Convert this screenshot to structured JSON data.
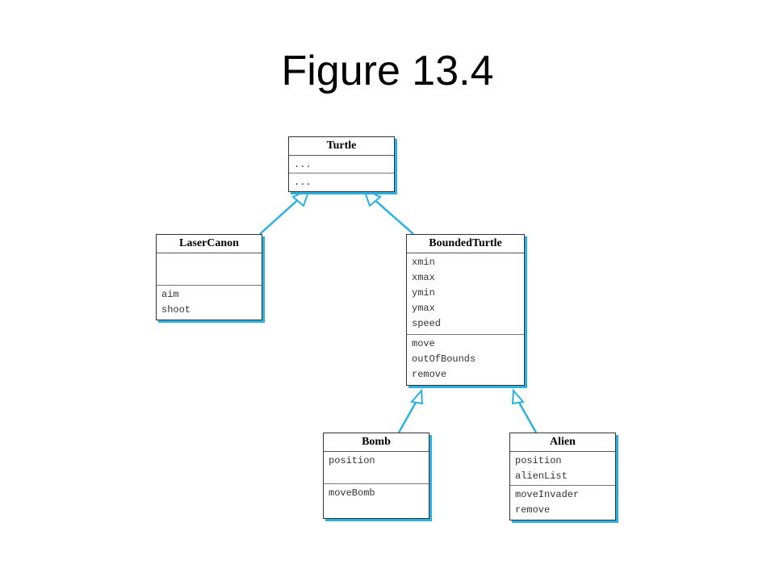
{
  "title": "Figure 13.4",
  "accent_color": "#2ab1e2",
  "classes": {
    "turtle": {
      "name": "Turtle",
      "attributes": [
        "..."
      ],
      "methods": [
        "..."
      ]
    },
    "laser_canon": {
      "name": "LaserCanon",
      "attributes": [],
      "methods": [
        "aim",
        "shoot"
      ]
    },
    "bounded_turtle": {
      "name": "BoundedTurtle",
      "attributes": [
        "xmin",
        "xmax",
        "ymin",
        "ymax",
        "speed"
      ],
      "methods": [
        "move",
        "outOfBounds",
        "remove"
      ]
    },
    "bomb": {
      "name": "Bomb",
      "attributes": [
        "position"
      ],
      "methods": [
        "moveBomb"
      ]
    },
    "alien": {
      "name": "Alien",
      "attributes": [
        "position",
        "alienList"
      ],
      "methods": [
        "moveInvader",
        "remove"
      ]
    }
  },
  "relations": [
    {
      "child": "LaserCanon",
      "parent": "Turtle",
      "type": "inheritance"
    },
    {
      "child": "BoundedTurtle",
      "parent": "Turtle",
      "type": "inheritance"
    },
    {
      "child": "Bomb",
      "parent": "BoundedTurtle",
      "type": "inheritance"
    },
    {
      "child": "Alien",
      "parent": "BoundedTurtle",
      "type": "inheritance"
    }
  ]
}
